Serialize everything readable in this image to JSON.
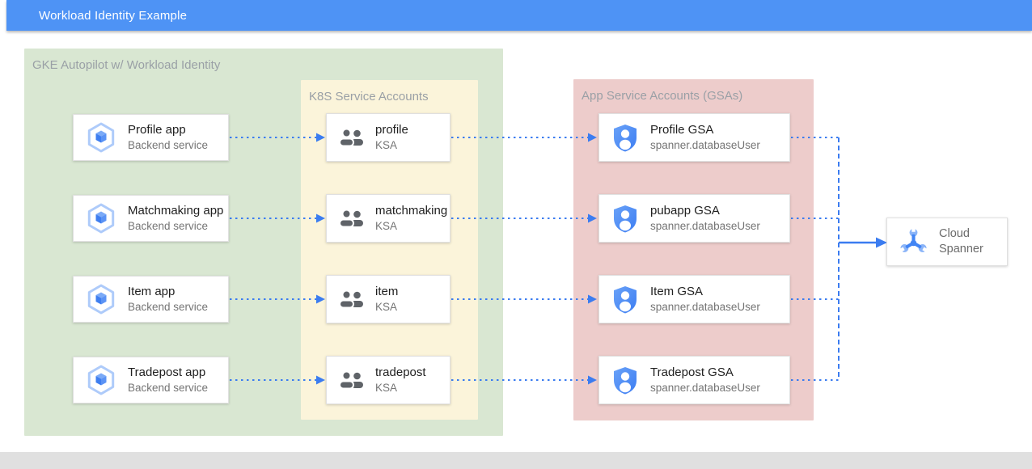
{
  "header": {
    "title": "Workload Identity Example"
  },
  "containers": {
    "gke": {
      "label": "GKE Autopilot w/ Workload Identity"
    },
    "ksa": {
      "label": "K8S Service Accounts"
    },
    "gsa": {
      "label": "App Service Accounts (GSAs)"
    }
  },
  "rows": [
    {
      "app": {
        "title": "Profile app",
        "subtitle": "Backend service"
      },
      "ksa": {
        "title": "profile",
        "subtitle": "KSA"
      },
      "gsa": {
        "title": "Profile GSA",
        "subtitle": "spanner.databaseUser"
      }
    },
    {
      "app": {
        "title": "Matchmaking app",
        "subtitle": "Backend service"
      },
      "ksa": {
        "title": "matchmaking",
        "subtitle": "KSA"
      },
      "gsa": {
        "title": "pubapp GSA",
        "subtitle": "spanner.databaseUser"
      }
    },
    {
      "app": {
        "title": "Item app",
        "subtitle": "Backend service"
      },
      "ksa": {
        "title": "item",
        "subtitle": "KSA"
      },
      "gsa": {
        "title": "Item GSA",
        "subtitle": "spanner.databaseUser"
      }
    },
    {
      "app": {
        "title": "Tradepost app",
        "subtitle": "Backend service"
      },
      "ksa": {
        "title": "tradepost",
        "subtitle": "KSA"
      },
      "gsa": {
        "title": "Tradepost GSA",
        "subtitle": "spanner.databaseUser"
      }
    }
  ],
  "spanner": {
    "line1": "Cloud",
    "line2": "Spanner"
  },
  "icons": {
    "app": "gke-hexagon-cube-icon",
    "ksa": "people-icon",
    "gsa": "shield-person-icon",
    "spanner": "cloud-spanner-wrench-icon"
  },
  "colors": {
    "header_bg": "#4e93f5",
    "gke_bg": "#d9e7d2",
    "ksa_bg": "#fbf4da",
    "gsa_bg": "#edcccb",
    "arrow": "#3b7cf0",
    "footer_bg": "#e0e0e0"
  }
}
